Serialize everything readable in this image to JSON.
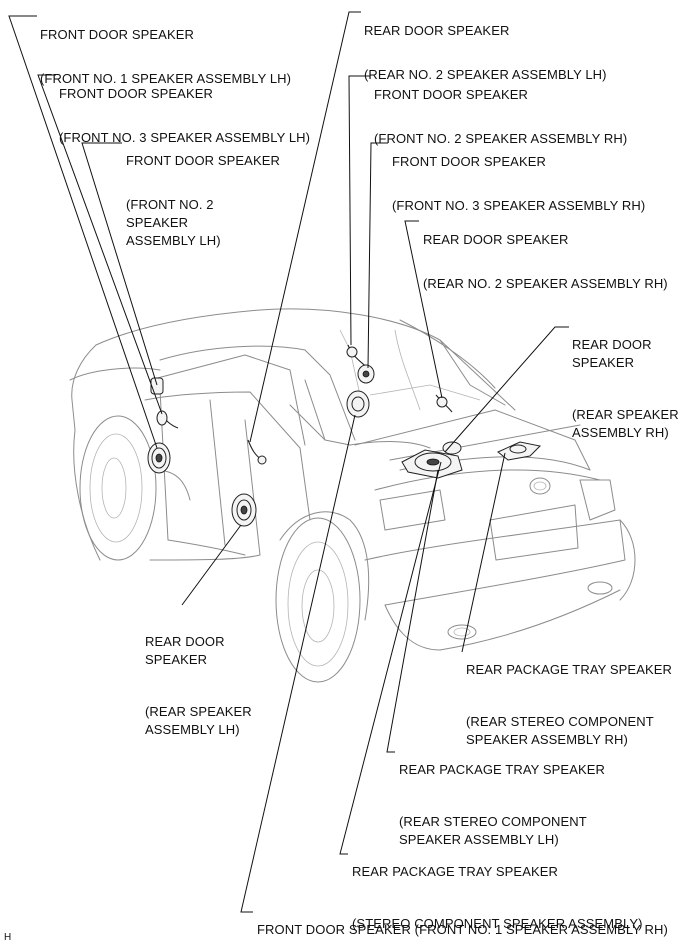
{
  "labels": {
    "fd_no1_lh": {
      "title": "FRONT DOOR SPEAKER",
      "sub": "(FRONT NO. 1 SPEAKER ASSEMBLY LH)"
    },
    "fd_no3_lh": {
      "title": "FRONT DOOR SPEAKER",
      "sub": "(FRONT NO. 3 SPEAKER ASSEMBLY LH)"
    },
    "fd_no2_lh": {
      "title": "FRONT DOOR SPEAKER",
      "sub": "(FRONT NO. 2\nSPEAKER\nASSEMBLY LH)"
    },
    "rd_no2_lh": {
      "title": "REAR DOOR SPEAKER",
      "sub": "(REAR NO. 2 SPEAKER ASSEMBLY LH)"
    },
    "fd_no2_rh": {
      "title": "FRONT DOOR SPEAKER",
      "sub": "(FRONT NO. 2 SPEAKER ASSEMBLY RH)"
    },
    "fd_no3_rh": {
      "title": "FRONT DOOR SPEAKER",
      "sub": "(FRONT NO. 3 SPEAKER ASSEMBLY RH)"
    },
    "rd_no2_rh": {
      "title": "REAR DOOR SPEAKER",
      "sub": "(REAR NO. 2 SPEAKER ASSEMBLY RH)"
    },
    "rd_rh": {
      "title": "REAR DOOR\nSPEAKER",
      "sub": "(REAR SPEAKER\nASSEMBLY RH)"
    },
    "rd_lh": {
      "title": "REAR DOOR\nSPEAKER",
      "sub": "(REAR SPEAKER\nASSEMBLY LH)"
    },
    "rpt_rh": {
      "title": "REAR PACKAGE TRAY SPEAKER",
      "sub": "(REAR STEREO COMPONENT\nSPEAKER ASSEMBLY RH)"
    },
    "rpt_lh": {
      "title": "REAR PACKAGE TRAY SPEAKER",
      "sub": "(REAR STEREO COMPONENT\nSPEAKER ASSEMBLY LH)"
    },
    "rpt_center": {
      "title": "REAR PACKAGE TRAY SPEAKER",
      "sub": "(STEREO COMPONENT SPEAKER ASSEMBLY)"
    },
    "fd_no1_rh": {
      "title": "FRONT DOOR SPEAKER (FRONT NO. 1 SPEAKER ASSEMBLY RH)"
    }
  },
  "corner_mark": "H"
}
